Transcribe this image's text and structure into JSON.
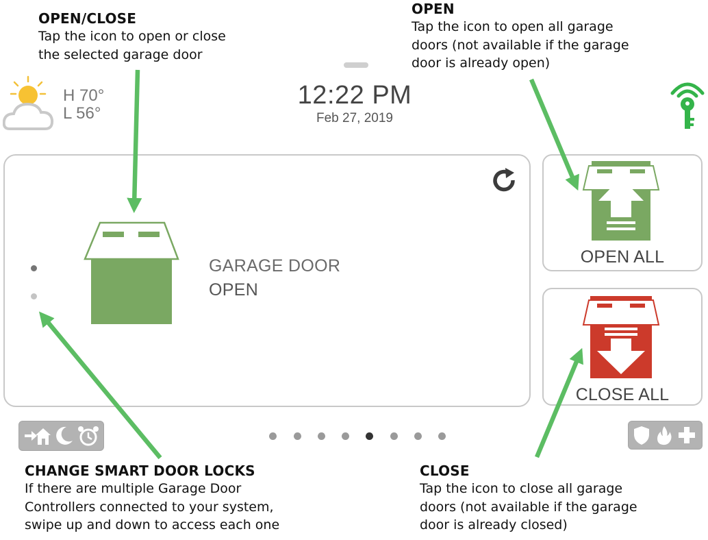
{
  "annotations": {
    "open_close": {
      "title": "OPEN/CLOSE",
      "body": "Tap the icon to open or close\nthe selected garage door"
    },
    "open": {
      "title": "OPEN",
      "body": "Tap the icon to open all garage\ndoors (not available if the garage\ndoor is already open)"
    },
    "change_locks": {
      "title": "CHANGE SMART DOOR LOCKS",
      "body": "If there are multiple Garage Door\nControllers connected to your system,\nswipe up and down to access each one"
    },
    "close": {
      "title": "CLOSE",
      "body": "Tap the icon to close all garage\ndoors (not available if the garage\ndoor is already closed)"
    }
  },
  "status_bar": {
    "weather": {
      "high": "H 70°",
      "low": "L 56°",
      "icon": "partly-cloudy-icon"
    },
    "time": "12:22 PM",
    "date": "Feb 27, 2019"
  },
  "garage_panel": {
    "title": "GARAGE DOOR",
    "state": "OPEN",
    "door_icon": "garage-open-icon",
    "refresh_icon": "refresh-icon"
  },
  "actions": {
    "open_all": {
      "label": "OPEN ALL",
      "icon": "garage-open-all-icon"
    },
    "close_all": {
      "label": "CLOSE ALL",
      "icon": "garage-close-all-icon"
    }
  },
  "pagination": {
    "total": 8,
    "active_index": 4
  },
  "vertical_pager": {
    "total": 2,
    "active_index": 0
  },
  "bottom_left_icons": [
    "arrive-home-icon",
    "night-moon-icon",
    "alarm-clock-icon"
  ],
  "bottom_right_icons": [
    "shield-icon",
    "fire-icon",
    "medical-cross-icon"
  ],
  "colors": {
    "arrow_green": "#5cbd63",
    "door_green": "#7aa862",
    "door_red": "#cc3a2b",
    "key_green": "#34b44a"
  }
}
